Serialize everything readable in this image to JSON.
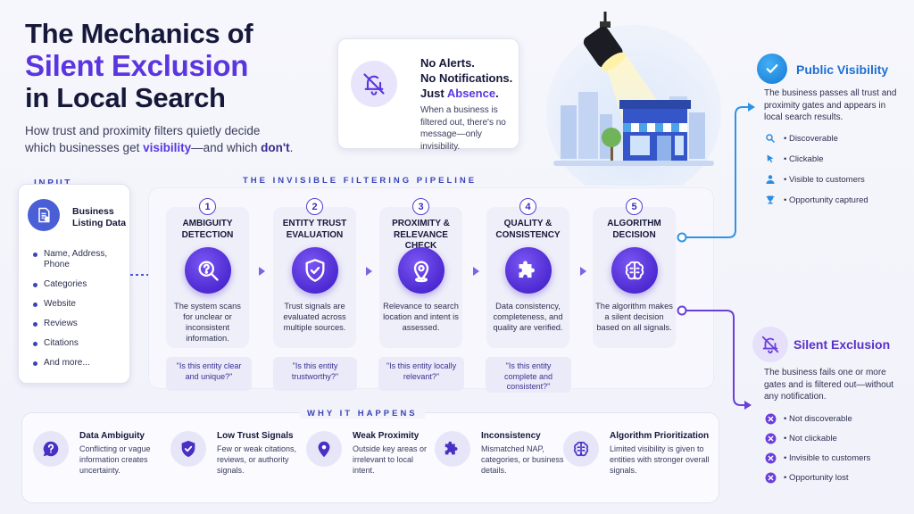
{
  "title": {
    "line1": "The Mechanics of",
    "line2": "Silent Exclusion",
    "line3": "in Local Search"
  },
  "subtitle": {
    "part1": "How trust and proximity filters quietly decide",
    "part2": "which businesses get ",
    "hl1": "visibility",
    "part3": "—and which ",
    "hl2": "don't",
    "part4": "."
  },
  "callout": {
    "line1": "No Alerts.",
    "line2": "No Notifications.",
    "line3_pre": "Just ",
    "line3_hl": "Absence",
    "line3_post": ".",
    "desc": "When a business is filtered out, there's no message—only invisibility.",
    "icon": "bell-off-icon"
  },
  "input": {
    "label": "INPUT",
    "title": "Business Listing Data",
    "items": [
      "Name, Address, Phone",
      "Categories",
      "Website",
      "Reviews",
      "Citations",
      "And more..."
    ]
  },
  "pipeline": {
    "label": "THE INVISIBLE FILTERING PIPELINE",
    "stages": [
      {
        "num": "1",
        "title": "AMBIGUITY DETECTION",
        "desc": "The system scans for unclear or inconsistent information.",
        "question": "\"Is this entity clear and unique?\"",
        "icon": "magnifier-question-icon"
      },
      {
        "num": "2",
        "title": "ENTITY TRUST EVALUATION",
        "desc": "Trust signals are evaluated across multiple sources.",
        "question": "\"Is this entity trustworthy?\"",
        "icon": "shield-check-icon"
      },
      {
        "num": "3",
        "title": "PROXIMITY & RELEVANCE CHECK",
        "desc": "Relevance to search location and intent is assessed.",
        "question": "\"Is this entity locally relevant?\"",
        "icon": "location-pin-icon"
      },
      {
        "num": "4",
        "title": "QUALITY & CONSISTENCY",
        "desc": "Data consistency, completeness, and quality are verified.",
        "question": "\"Is this entity complete and consistent?\"",
        "icon": "puzzle-icon"
      },
      {
        "num": "5",
        "title": "ALGORITHM DECISION",
        "desc": "The algorithm makes a silent decision based on all signals.",
        "question": "",
        "icon": "brain-circuit-icon"
      }
    ]
  },
  "public": {
    "title": "Public Visibility",
    "desc": "The business passes all trust and proximity gates and appears in local search results.",
    "items": [
      "• Discoverable",
      "• Clickable",
      "• Visible to customers",
      "• Opportunity captured"
    ],
    "color": "#1f8fe0"
  },
  "silent": {
    "title": "Silent Exclusion",
    "desc": "The business fails one or more gates and is filtered out—without any notification.",
    "items": [
      "• Not discoverable",
      "• Not clickable",
      "• Invisible to customers",
      "• Opportunity lost"
    ],
    "color": "#6a3fd9"
  },
  "why": {
    "label": "WHY IT HAPPENS",
    "items": [
      {
        "title": "Data Ambiguity",
        "desc": "Conflicting or vague information creates uncertainty.",
        "icon": "question-bubble-icon"
      },
      {
        "title": "Low Trust Signals",
        "desc": "Few or weak citations, reviews, or authority signals.",
        "icon": "shield-check-icon"
      },
      {
        "title": "Weak Proximity",
        "desc": "Outside key areas or irrelevant to local intent.",
        "icon": "location-pin-icon"
      },
      {
        "title": "Inconsistency",
        "desc": "Mismatched NAP, categories, or business details.",
        "icon": "puzzle-icon"
      },
      {
        "title": "Algorithm Prioritization",
        "desc": "Limited visibility is given to entities with stronger overall signals.",
        "icon": "brain-circuit-icon"
      }
    ]
  }
}
